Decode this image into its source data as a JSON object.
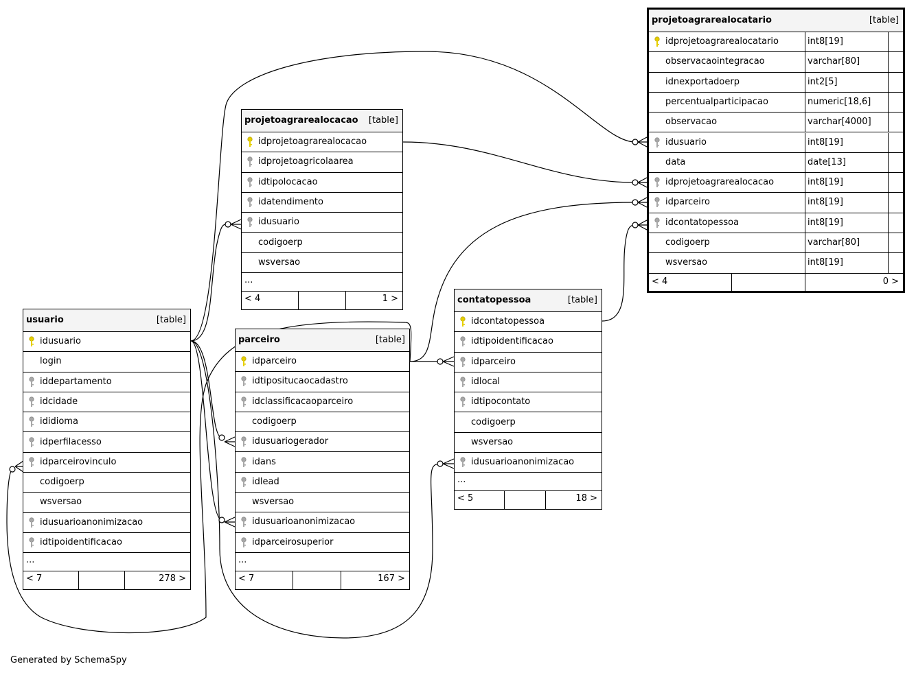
{
  "footer_credit": "Generated by SchemaSpy",
  "tables": {
    "projetoagrarealocatario": {
      "name": "projetoagrarealocatario",
      "type": "[table]",
      "columns": [
        {
          "name": "idprojetoagrarealocatario",
          "type": "int8[19]",
          "key": "primary"
        },
        {
          "name": "observacaointegracao",
          "type": "varchar[80]",
          "key": "none"
        },
        {
          "name": "idnexportadoerp",
          "type": "int2[5]",
          "key": "none"
        },
        {
          "name": "percentualparticipacao",
          "type": "numeric[18,6]",
          "key": "none"
        },
        {
          "name": "observacao",
          "type": "varchar[4000]",
          "key": "none"
        },
        {
          "name": "idusuario",
          "type": "int8[19]",
          "key": "foreign"
        },
        {
          "name": "data",
          "type": "date[13]",
          "key": "none"
        },
        {
          "name": "idprojetoagrarealocacao",
          "type": "int8[19]",
          "key": "foreign"
        },
        {
          "name": "idparceiro",
          "type": "int8[19]",
          "key": "foreign"
        },
        {
          "name": "idcontatopessoa",
          "type": "int8[19]",
          "key": "foreign"
        },
        {
          "name": "codigoerp",
          "type": "varchar[80]",
          "key": "none"
        },
        {
          "name": "wsversao",
          "type": "int8[19]",
          "key": "none"
        }
      ],
      "more": "",
      "footer_left": "< 4",
      "footer_right": "0 >"
    },
    "projetoagrarealocacao": {
      "name": "projetoagrarealocacao",
      "type": "[table]",
      "columns": [
        {
          "name": "idprojetoagrarealocacao",
          "key": "primary"
        },
        {
          "name": "idprojetoagricolaarea",
          "key": "foreign"
        },
        {
          "name": "idtipolocacao",
          "key": "foreign"
        },
        {
          "name": "idatendimento",
          "key": "foreign"
        },
        {
          "name": "idusuario",
          "key": "foreign"
        },
        {
          "name": "codigoerp",
          "key": "none"
        },
        {
          "name": "wsversao",
          "key": "none"
        }
      ],
      "more": "...",
      "footer_left": "< 4",
      "footer_right": "1 >"
    },
    "usuario": {
      "name": "usuario",
      "type": "[table]",
      "columns": [
        {
          "name": "idusuario",
          "key": "primary"
        },
        {
          "name": "login",
          "key": "none"
        },
        {
          "name": "iddepartamento",
          "key": "foreign"
        },
        {
          "name": "idcidade",
          "key": "foreign"
        },
        {
          "name": "ididioma",
          "key": "foreign"
        },
        {
          "name": "idperfilacesso",
          "key": "foreign"
        },
        {
          "name": "idparceirovinculo",
          "key": "foreign"
        },
        {
          "name": "codigoerp",
          "key": "none"
        },
        {
          "name": "wsversao",
          "key": "none"
        },
        {
          "name": "idusuarioanonimizacao",
          "key": "foreign"
        },
        {
          "name": "idtipoidentificacao",
          "key": "foreign"
        }
      ],
      "more": "...",
      "footer_left": "< 7",
      "footer_right": "278 >"
    },
    "parceiro": {
      "name": "parceiro",
      "type": "[table]",
      "columns": [
        {
          "name": "idparceiro",
          "key": "primary"
        },
        {
          "name": "idtipositucaocadastro",
          "key": "foreign"
        },
        {
          "name": "idclassificacaoparceiro",
          "key": "foreign"
        },
        {
          "name": "codigoerp",
          "key": "none"
        },
        {
          "name": "idusuariogerador",
          "key": "foreign"
        },
        {
          "name": "idans",
          "key": "foreign"
        },
        {
          "name": "idlead",
          "key": "foreign"
        },
        {
          "name": "wsversao",
          "key": "none"
        },
        {
          "name": "idusuarioanonimizacao",
          "key": "foreign"
        },
        {
          "name": "idparceirosuperior",
          "key": "foreign"
        }
      ],
      "more": "...",
      "footer_left": "< 7",
      "footer_right": "167 >"
    },
    "contatopessoa": {
      "name": "contatopessoa",
      "type": "[table]",
      "columns": [
        {
          "name": "idcontatopessoa",
          "key": "primary"
        },
        {
          "name": "idtipoidentificacao",
          "key": "foreign"
        },
        {
          "name": "idparceiro",
          "key": "foreign"
        },
        {
          "name": "idlocal",
          "key": "foreign"
        },
        {
          "name": "idtipocontato",
          "key": "foreign"
        },
        {
          "name": "codigoerp",
          "key": "none"
        },
        {
          "name": "wsversao",
          "key": "none"
        },
        {
          "name": "idusuarioanonimizacao",
          "key": "foreign"
        }
      ],
      "more": "...",
      "footer_left": "< 5",
      "footer_right": "18 >"
    }
  },
  "colors": {
    "primary_key": "#e6cf00",
    "foreign_key": "#a8a8a8",
    "header_bg": "#f4f4f4",
    "line": "#000000"
  }
}
